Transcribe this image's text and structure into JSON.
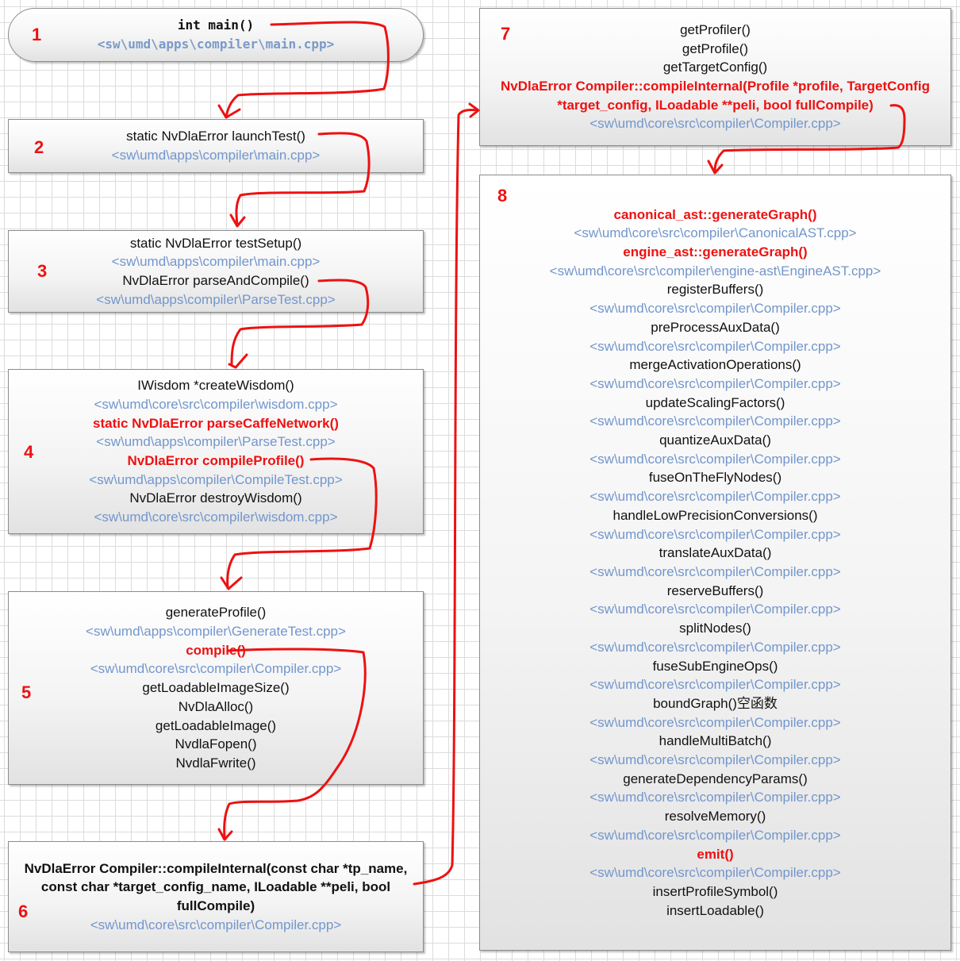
{
  "colors": {
    "highlight": "#ee1111",
    "path": "#7296cc",
    "arrow": "#ee1111"
  },
  "steps": [
    {
      "number": "1",
      "lines": [
        {
          "kind": "func",
          "text": "int main()"
        },
        {
          "kind": "path",
          "text": "<sw\\umd\\apps\\compiler\\main.cpp>"
        }
      ]
    },
    {
      "number": "2",
      "lines": [
        {
          "kind": "func",
          "text": "static NvDlaError launchTest()"
        },
        {
          "kind": "path",
          "text": "<sw\\umd\\apps\\compiler\\main.cpp>"
        }
      ]
    },
    {
      "number": "3",
      "lines": [
        {
          "kind": "func",
          "text": "static NvDlaError testSetup()"
        },
        {
          "kind": "path",
          "text": "<sw\\umd\\apps\\compiler\\main.cpp>"
        },
        {
          "kind": "func",
          "text": "NvDlaError parseAndCompile()"
        },
        {
          "kind": "path",
          "text": "<sw\\umd\\apps\\compiler\\ParseTest.cpp>"
        }
      ]
    },
    {
      "number": "4",
      "lines": [
        {
          "kind": "func",
          "text": "IWisdom *createWisdom()"
        },
        {
          "kind": "path",
          "text": "<sw\\umd\\core\\src\\compiler\\wisdom.cpp>"
        },
        {
          "kind": "hl",
          "text": "static NvDlaError parseCaffeNetwork()"
        },
        {
          "kind": "path",
          "text": "<sw\\umd\\apps\\compiler\\ParseTest.cpp>"
        },
        {
          "kind": "hl",
          "text": "NvDlaError compileProfile()"
        },
        {
          "kind": "path",
          "text": "<sw\\umd\\apps\\compiler\\CompileTest.cpp>"
        },
        {
          "kind": "func",
          "text": "NvDlaError destroyWisdom()"
        },
        {
          "kind": "path",
          "text": "<sw\\umd\\core\\src\\compiler\\wisdom.cpp>"
        }
      ]
    },
    {
      "number": "5",
      "lines": [
        {
          "kind": "func",
          "text": "generateProfile()"
        },
        {
          "kind": "path",
          "text": "<sw\\umd\\apps\\compiler\\GenerateTest.cpp>"
        },
        {
          "kind": "hl",
          "text": "compile()"
        },
        {
          "kind": "path",
          "text": "<sw\\umd\\core\\src\\compiler\\Compiler.cpp>"
        },
        {
          "kind": "func",
          "text": "getLoadableImageSize()"
        },
        {
          "kind": "func",
          "text": "NvDlaAlloc()"
        },
        {
          "kind": "func",
          "text": "getLoadableImage()"
        },
        {
          "kind": "func",
          "text": "NvdlaFopen()"
        },
        {
          "kind": "func",
          "text": "NvdlaFwrite()"
        }
      ]
    },
    {
      "number": "6",
      "lines": [
        {
          "kind": "bold",
          "text": "NvDlaError Compiler::compileInternal(const char *tp_name, const char *target_config_name, ILoadable **peli, bool fullCompile)"
        },
        {
          "kind": "path",
          "text": "<sw\\umd\\core\\src\\compiler\\Compiler.cpp>"
        }
      ]
    },
    {
      "number": "7",
      "lines": [
        {
          "kind": "func",
          "text": "getProfiler()"
        },
        {
          "kind": "func",
          "text": "getProfile()"
        },
        {
          "kind": "func",
          "text": "getTargetConfig()"
        },
        {
          "kind": "hl",
          "text": "NvDlaError Compiler::compileInternal(Profile *profile, TargetConfig *target_config, ILoadable **peli, bool fullCompile)"
        },
        {
          "kind": "path",
          "text": "<sw\\umd\\core\\src\\compiler\\Compiler.cpp>"
        }
      ]
    },
    {
      "number": "8",
      "lines": [
        {
          "kind": "hl",
          "text": "canonical_ast::generateGraph()"
        },
        {
          "kind": "path",
          "text": "<sw\\umd\\core\\src\\compiler\\CanonicalAST.cpp>"
        },
        {
          "kind": "hl",
          "text": "engine_ast::generateGraph()"
        },
        {
          "kind": "path",
          "text": "<sw\\umd\\core\\src\\compiler\\engine-ast\\EngineAST.cpp>"
        },
        {
          "kind": "func",
          "text": "registerBuffers()"
        },
        {
          "kind": "path",
          "text": "<sw\\umd\\core\\src\\compiler\\Compiler.cpp>"
        },
        {
          "kind": "func",
          "text": "preProcessAuxData()"
        },
        {
          "kind": "path",
          "text": "<sw\\umd\\core\\src\\compiler\\Compiler.cpp>"
        },
        {
          "kind": "func",
          "text": "mergeActivationOperations()"
        },
        {
          "kind": "path",
          "text": "<sw\\umd\\core\\src\\compiler\\Compiler.cpp>"
        },
        {
          "kind": "func",
          "text": "updateScalingFactors()"
        },
        {
          "kind": "path",
          "text": "<sw\\umd\\core\\src\\compiler\\Compiler.cpp>"
        },
        {
          "kind": "func",
          "text": "quantizeAuxData()"
        },
        {
          "kind": "path",
          "text": "<sw\\umd\\core\\src\\compiler\\Compiler.cpp>"
        },
        {
          "kind": "func",
          "text": "fuseOnTheFlyNodes()"
        },
        {
          "kind": "path",
          "text": "<sw\\umd\\core\\src\\compiler\\Compiler.cpp>"
        },
        {
          "kind": "func",
          "text": "handleLowPrecisionConversions()"
        },
        {
          "kind": "path",
          "text": "<sw\\umd\\core\\src\\compiler\\Compiler.cpp>"
        },
        {
          "kind": "func",
          "text": "translateAuxData()"
        },
        {
          "kind": "path",
          "text": "<sw\\umd\\core\\src\\compiler\\Compiler.cpp>"
        },
        {
          "kind": "func",
          "text": "reserveBuffers()"
        },
        {
          "kind": "path",
          "text": "<sw\\umd\\core\\src\\compiler\\Compiler.cpp>"
        },
        {
          "kind": "func",
          "text": "splitNodes()"
        },
        {
          "kind": "path",
          "text": "<sw\\umd\\core\\src\\compiler\\Compiler.cpp>"
        },
        {
          "kind": "func",
          "text": "fuseSubEngineOps()"
        },
        {
          "kind": "path",
          "text": "<sw\\umd\\core\\src\\compiler\\Compiler.cpp>"
        },
        {
          "kind": "func",
          "text": "boundGraph()空函数"
        },
        {
          "kind": "path",
          "text": "<sw\\umd\\core\\src\\compiler\\Compiler.cpp>"
        },
        {
          "kind": "func",
          "text": "handleMultiBatch()"
        },
        {
          "kind": "path",
          "text": "<sw\\umd\\core\\src\\compiler\\Compiler.cpp>"
        },
        {
          "kind": "func",
          "text": "generateDependencyParams()"
        },
        {
          "kind": "path",
          "text": "<sw\\umd\\core\\src\\compiler\\Compiler.cpp>"
        },
        {
          "kind": "func",
          "text": "resolveMemory()"
        },
        {
          "kind": "path",
          "text": "<sw\\umd\\core\\src\\compiler\\Compiler.cpp>"
        },
        {
          "kind": "hl",
          "text": "emit()"
        },
        {
          "kind": "path",
          "text": "<sw\\umd\\core\\src\\compiler\\Compiler.cpp>"
        },
        {
          "kind": "func",
          "text": "insertProfileSymbol()"
        },
        {
          "kind": "func",
          "text": "insertLoadable()"
        }
      ]
    }
  ]
}
